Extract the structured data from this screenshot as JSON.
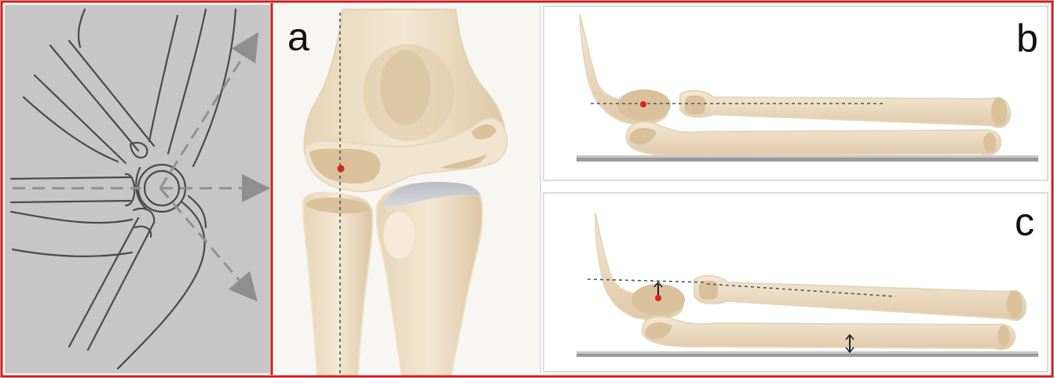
{
  "figure": {
    "border_color": "#cc1f1f",
    "left_panel_bg": "#c5c5c5",
    "bone_fill": "#efe2cc",
    "bone_shade": "#dcc6a4",
    "cartilage_fill": "#d9c19c",
    "center_point_color": "#e02020"
  },
  "panels": {
    "a": {
      "label": "a"
    },
    "b": {
      "label": "b"
    },
    "c": {
      "label": "c"
    }
  }
}
